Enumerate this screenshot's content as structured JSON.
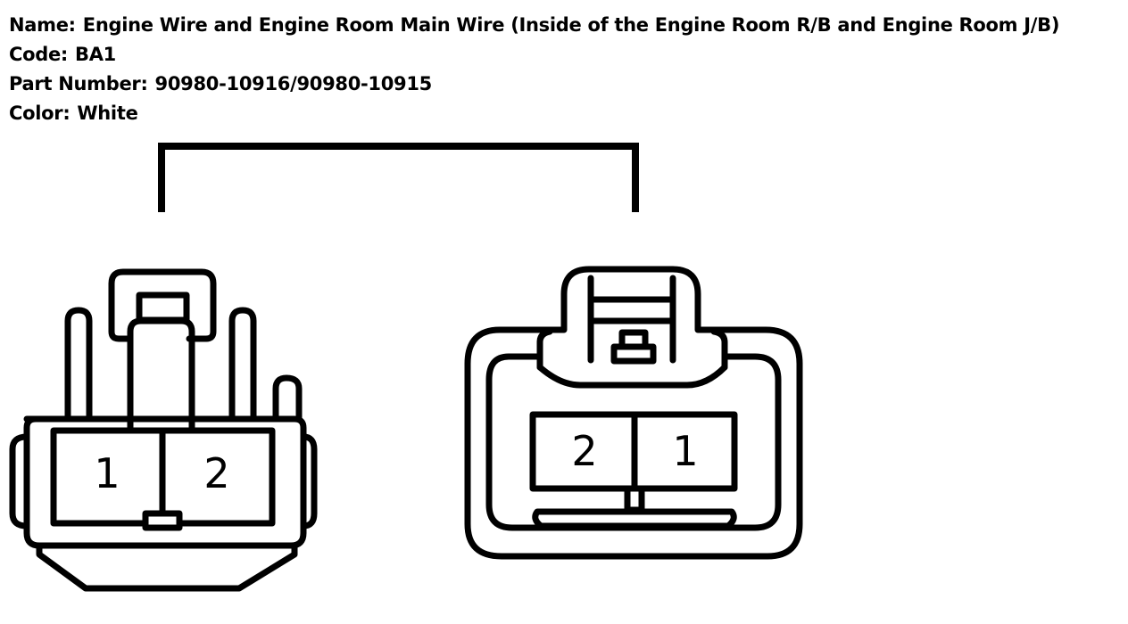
{
  "info": {
    "name_label": "Name:",
    "name_value": "Engine Wire and Engine Room Main Wire (Inside of the Engine Room R/B and Engine Room J/B)",
    "code_label": "Code:",
    "code_value": "BA1",
    "part_label": "Part Number:",
    "part_value": "90980-10916/90980-10915",
    "color_label": "Color:",
    "color_value": "White"
  },
  "connector_left": {
    "pins": [
      "1",
      "2"
    ]
  },
  "connector_right": {
    "pins": [
      "2",
      "1"
    ]
  }
}
